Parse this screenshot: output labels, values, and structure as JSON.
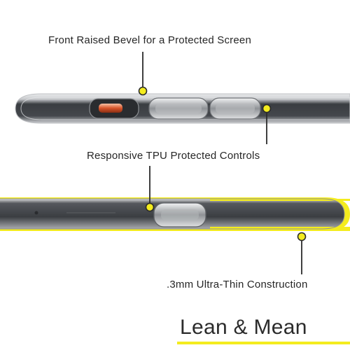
{
  "callouts": {
    "front_bevel": "Front Raised Bevel for a Protected Screen",
    "tpu_controls": "Responsive TPU Protected Controls",
    "ultra_thin": ".3mm Ultra-Thin Construction"
  },
  "tagline": "Lean & Mean",
  "colors": {
    "accent_yellow": "#f4ec1e",
    "leader_line": "#2b2b2b",
    "phone_body": "#3a3d41",
    "camera_dot_red": "#d8542a"
  }
}
